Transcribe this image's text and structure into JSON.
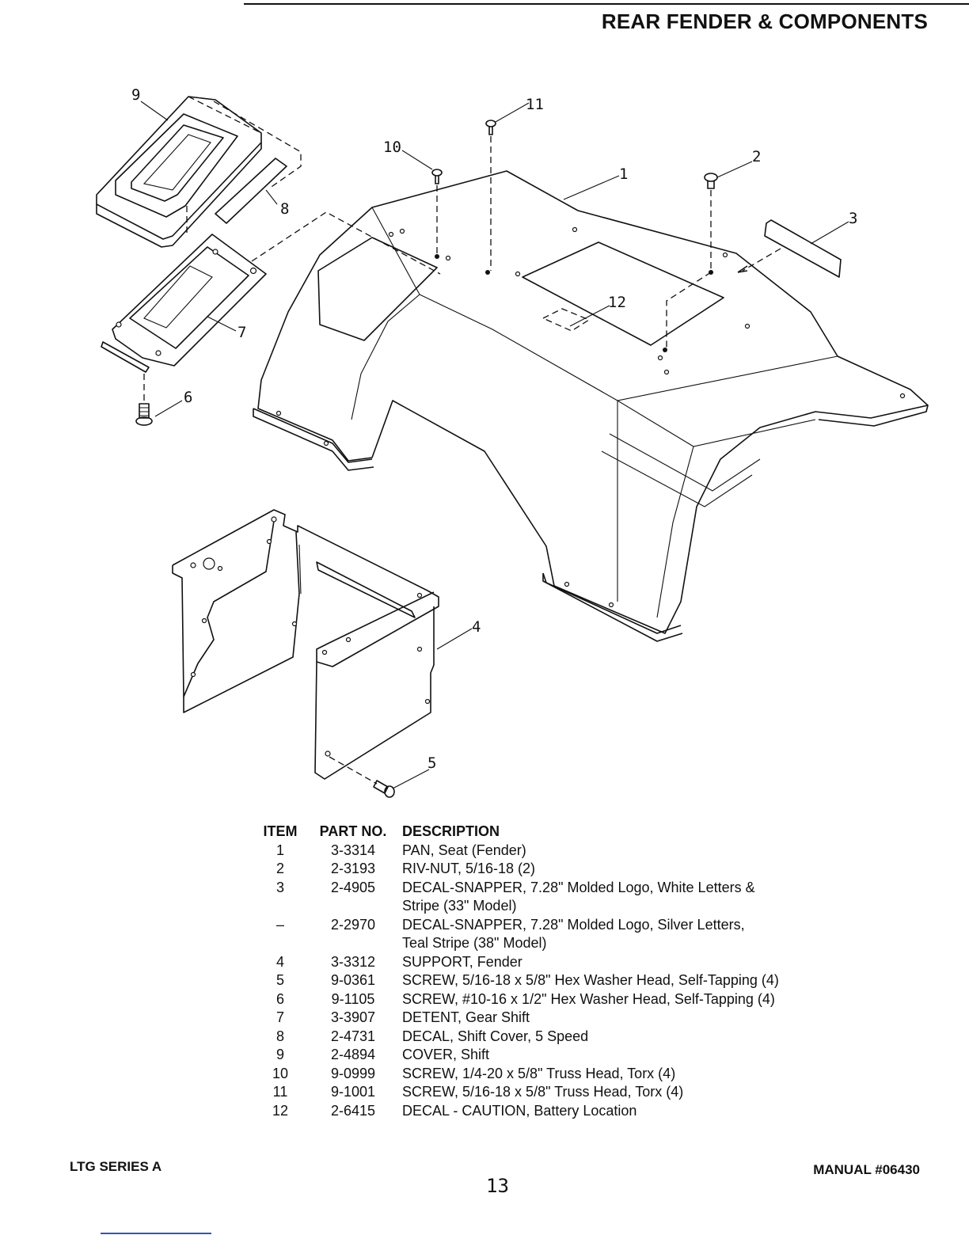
{
  "header": {
    "title": "REAR FENDER & COMPONENTS"
  },
  "diagram": {
    "callouts": [
      "1",
      "2",
      "3",
      "4",
      "5",
      "6",
      "7",
      "8",
      "9",
      "10",
      "11",
      "12"
    ]
  },
  "parts_table": {
    "headers": {
      "item": "ITEM",
      "part_no": "PART NO.",
      "description": "DESCRIPTION"
    },
    "rows": [
      {
        "item": "1",
        "part_no": "3-3314",
        "description": "PAN, Seat (Fender)"
      },
      {
        "item": "2",
        "part_no": "2-3193",
        "description": "RIV-NUT, 5/16-18 (2)"
      },
      {
        "item": "3",
        "part_no": "2-4905",
        "description": "DECAL-SNAPPER, 7.28\" Molded Logo, White Letters &",
        "description_cont": "Stripe (33\" Model)"
      },
      {
        "item": "–",
        "part_no": "2-2970",
        "description": "DECAL-SNAPPER, 7.28\" Molded Logo, Silver Letters,",
        "description_cont": "Teal Stripe (38\" Model)"
      },
      {
        "item": "4",
        "part_no": "3-3312",
        "description": "SUPPORT, Fender"
      },
      {
        "item": "5",
        "part_no": "9-0361",
        "description": "SCREW, 5/16-18 x 5/8\" Hex Washer Head, Self-Tapping (4)"
      },
      {
        "item": "6",
        "part_no": "9-1105",
        "description": "SCREW, #10-16 x 1/2\" Hex Washer Head, Self-Tapping (4)"
      },
      {
        "item": "7",
        "part_no": "3-3907",
        "description": "DETENT, Gear Shift"
      },
      {
        "item": "8",
        "part_no": "2-4731",
        "description": "DECAL, Shift Cover, 5 Speed"
      },
      {
        "item": "9",
        "part_no": "2-4894",
        "description": "COVER, Shift"
      },
      {
        "item": "10",
        "part_no": "9-0999",
        "description": "SCREW, 1/4-20 x 5/8\" Truss Head, Torx (4)"
      },
      {
        "item": "11",
        "part_no": "9-1001",
        "description": "SCREW, 5/16-18 x 5/8\" Truss Head, Torx (4)"
      },
      {
        "item": "12",
        "part_no": "2-6415",
        "description": "DECAL - CAUTION, Battery Location"
      }
    ]
  },
  "footer": {
    "series": "LTG SERIES A",
    "page_number": "13",
    "manual": "MANUAL #06430"
  }
}
